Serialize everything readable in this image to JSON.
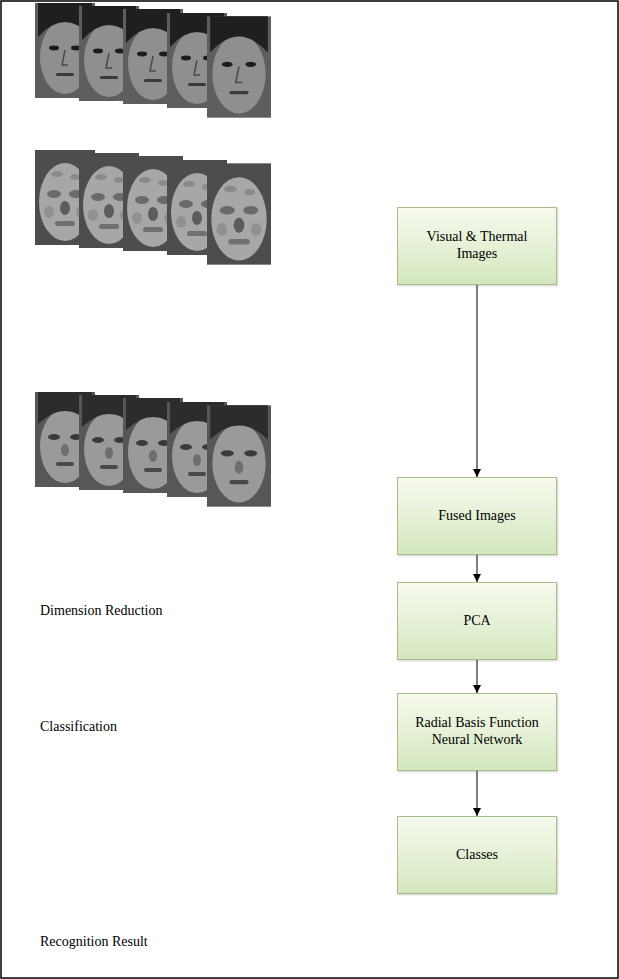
{
  "diagram": {
    "nodes": [
      {
        "text": [
          "Visual & Thermal Images"
        ]
      },
      {
        "text": [
          "Fused Images"
        ]
      },
      {
        "text": [
          "PCA"
        ]
      },
      {
        "text": [
          "Radial Basis Function Neural Network"
        ]
      },
      {
        "text": [
          "Classes"
        ]
      }
    ],
    "edges": [
      {
        "from": 0,
        "to": 1,
        "arrow": "to"
      },
      {
        "from": 1,
        "to": 2,
        "arrow": "to"
      },
      {
        "from": 2,
        "to": 3,
        "arrow": "to"
      },
      {
        "from": 3,
        "to": 4,
        "arrow": "to"
      }
    ],
    "labels": [
      "Dimension Reduction",
      "Classification",
      "Recognition Result"
    ]
  }
}
